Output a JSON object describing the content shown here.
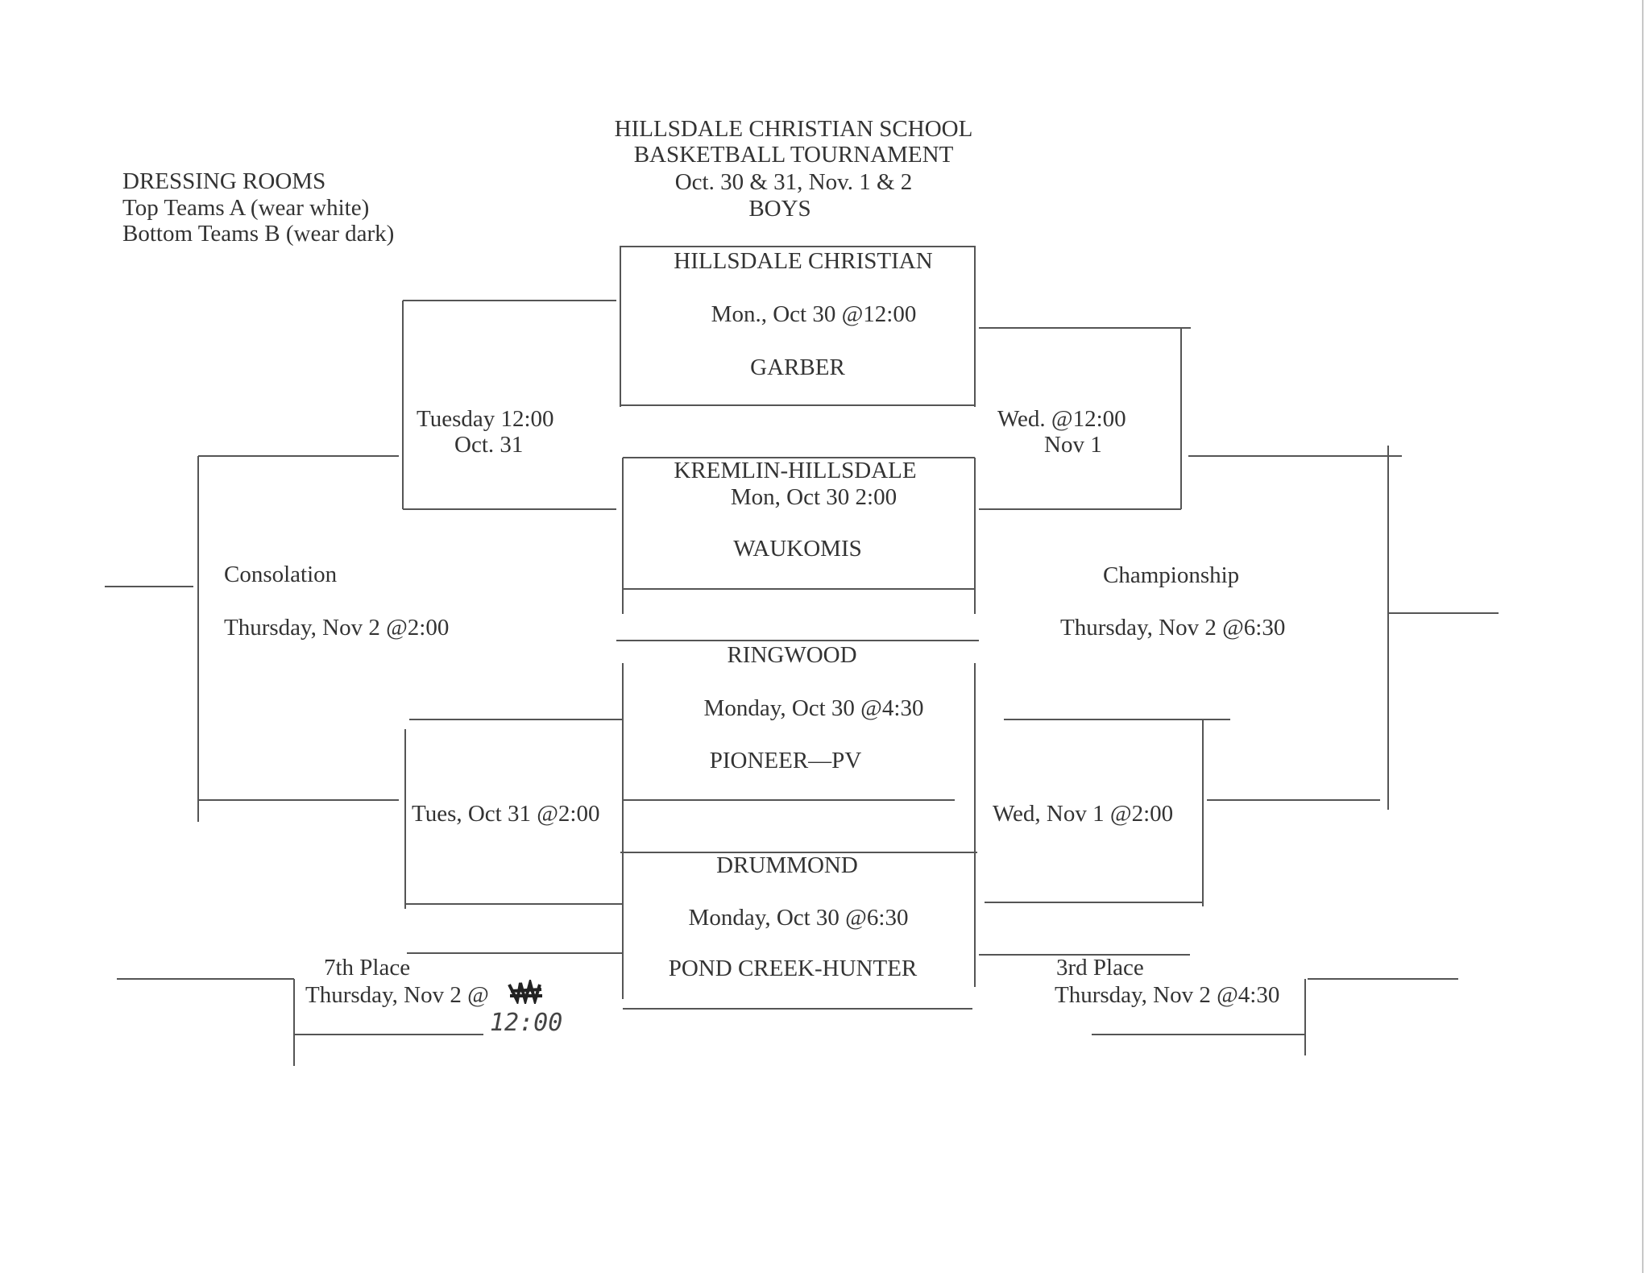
{
  "header": {
    "school": "HILLSDALE CHRISTIAN SCHOOL",
    "event": "BASKETBALL TOURNAMENT",
    "dates": "Oct. 30 & 31, Nov. 1 & 2",
    "division": "BOYS"
  },
  "dressing_rooms": {
    "title": "DRESSING ROOMS",
    "top": "Top Teams A (wear white)",
    "bottom": "Bottom Teams B (wear dark)"
  },
  "first_round": [
    {
      "team_a": "HILLSDALE CHRISTIAN",
      "time": "Mon., Oct 30 @12:00",
      "team_b": "GARBER"
    },
    {
      "team_a": "KREMLIN-HILLSDALE",
      "time": "Mon, Oct 30  2:00",
      "team_b": "WAUKOMIS"
    },
    {
      "team_a": "RINGWOOD",
      "time": "Monday, Oct 30  @4:30",
      "team_b": "PIONEER—PV"
    },
    {
      "team_a": "DRUMMOND",
      "time": "Monday, Oct 30  @6:30",
      "team_b": "POND CREEK-HUNTER"
    }
  ],
  "second_round": {
    "left_top_line1": "Tuesday  12:00",
    "left_top_line2": "Oct. 31",
    "left_bottom": "Tues, Oct 31 @2:00",
    "right_top_line1": "Wed. @12:00",
    "right_top_line2": "Nov 1",
    "right_bottom": "Wed, Nov 1 @2:00"
  },
  "finals": {
    "consolation_label": "Consolation",
    "consolation_time": "Thursday, Nov 2 @2:00",
    "championship_label": "Championship",
    "championship_time": "Thursday, Nov 2 @6:30",
    "seventh_label": "7th Place",
    "seventh_time": "Thursday, Nov 2 @",
    "seventh_handwritten": "12:00",
    "third_label": "3rd Place",
    "third_time": "Thursday, Nov 2 @4:30"
  }
}
